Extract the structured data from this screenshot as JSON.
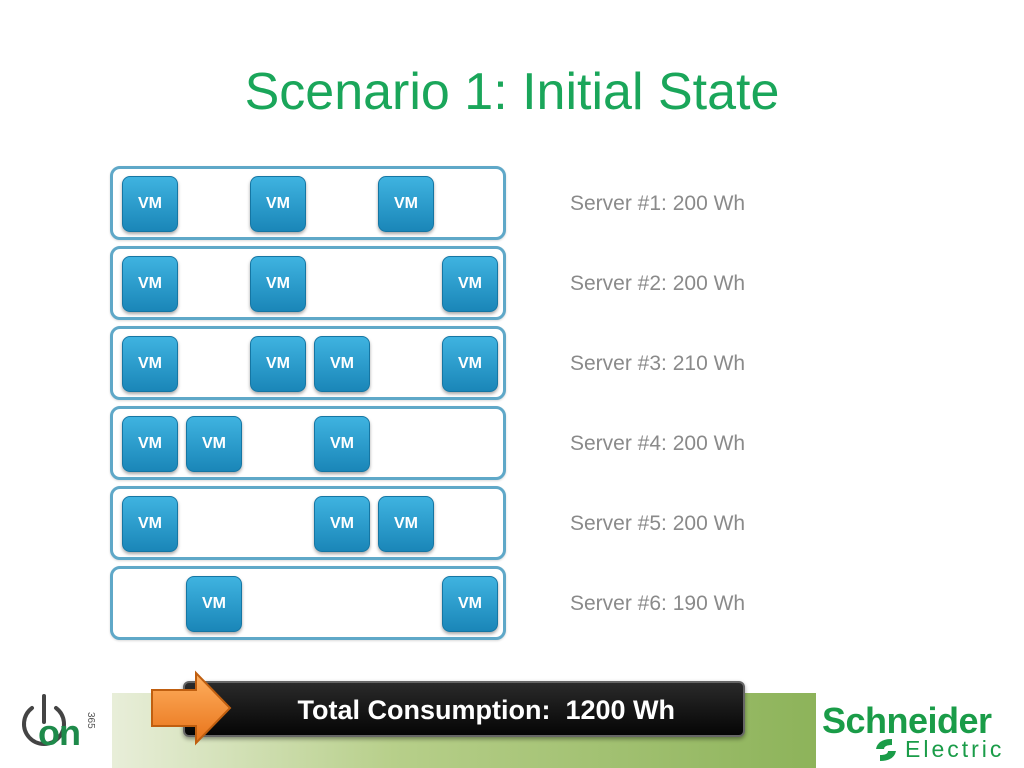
{
  "slide": {
    "title": "Scenario 1: Initial State"
  },
  "vm_label": "VM",
  "servers": [
    {
      "label": "Server #1: 200 Wh",
      "vm_slots": [
        0,
        2,
        4
      ]
    },
    {
      "label": "Server #2: 200 Wh",
      "vm_slots": [
        0,
        2,
        5
      ]
    },
    {
      "label": "Server #3: 210 Wh",
      "vm_slots": [
        0,
        2,
        3,
        5
      ]
    },
    {
      "label": "Server #4: 200 Wh",
      "vm_slots": [
        0,
        1,
        3
      ]
    },
    {
      "label": "Server #5: 200 Wh",
      "vm_slots": [
        0,
        3,
        4
      ]
    },
    {
      "label": "Server #6: 190 Wh",
      "vm_slots": [
        1,
        5
      ]
    }
  ],
  "footer": {
    "total_text": "Total Consumption:  1200 Wh",
    "logo_left_text": "on",
    "logo_left_sub": "365",
    "logo_right_name": "Schneider",
    "logo_right_sub": "Electric"
  },
  "colors": {
    "title": "#1aa65a",
    "vm": "#2a9fd0",
    "server_border": "#5fa8c8",
    "brand": "#1a9c48"
  }
}
